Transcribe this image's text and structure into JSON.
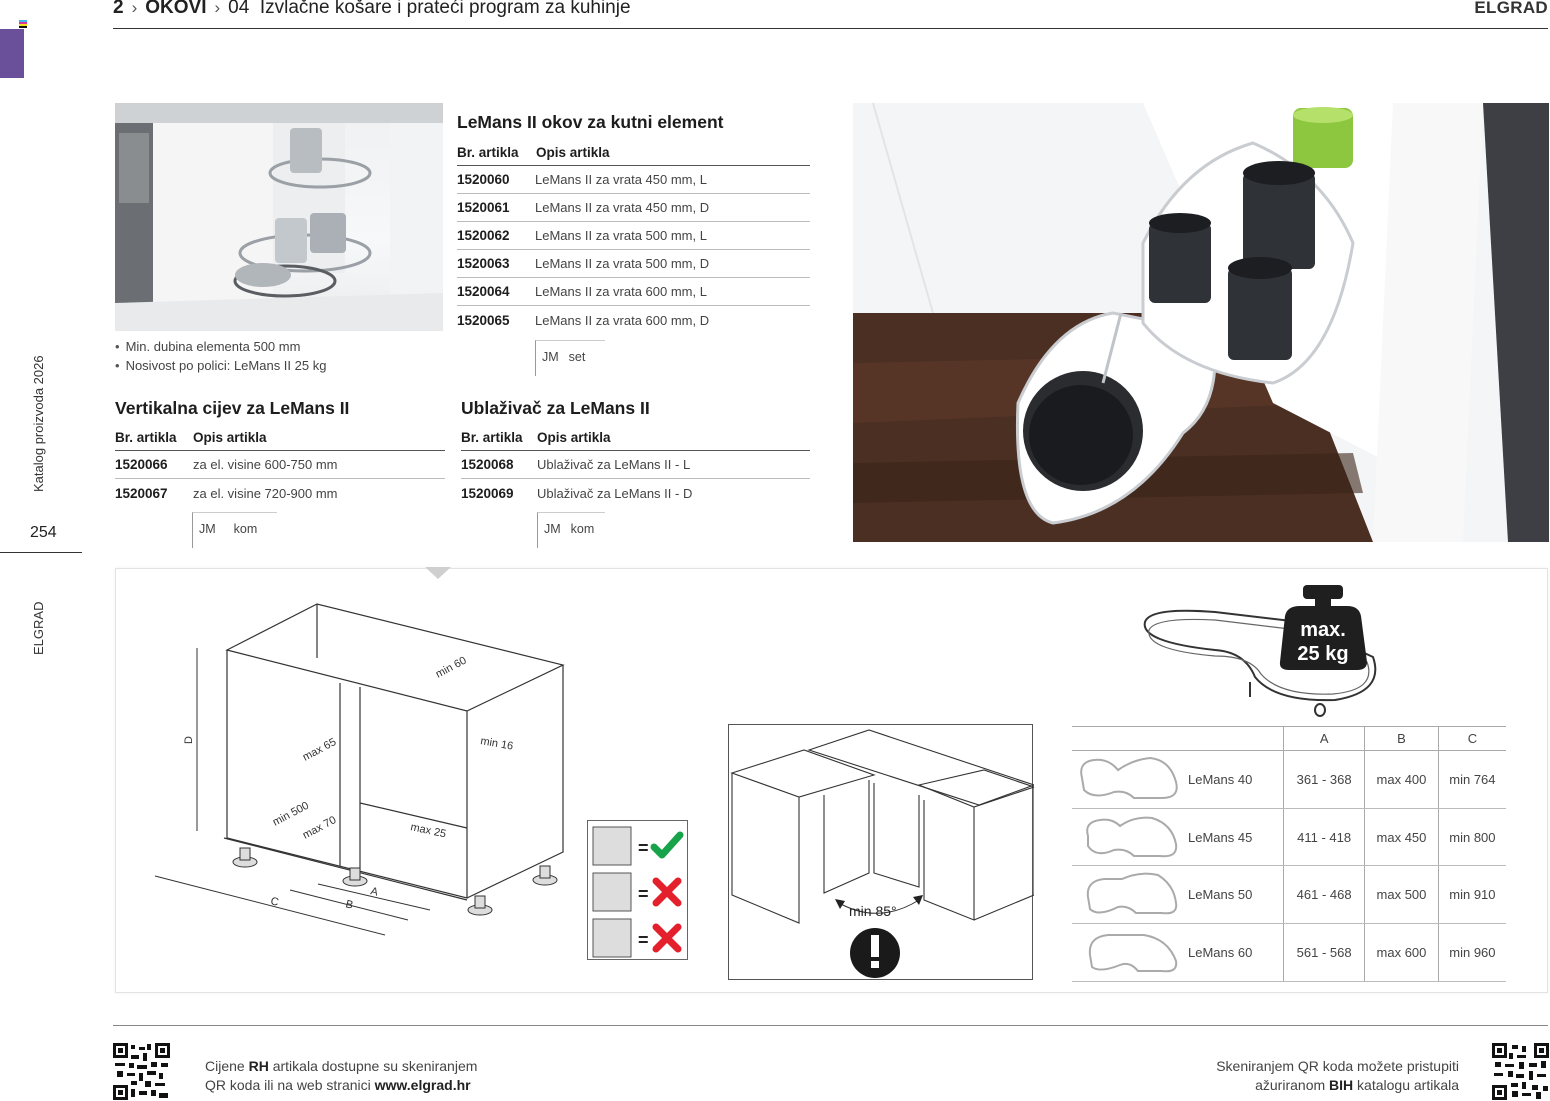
{
  "header": {
    "breadcrumb": [
      {
        "label": "2",
        "bold": true
      },
      {
        "label": "OKOVI",
        "bold": true
      },
      {
        "label": "04",
        "bold": false
      },
      {
        "label": "Izvlačne košare i prateći program za kuhinje",
        "bold": false
      }
    ],
    "brand": "ELGRAD",
    "separator_icon": "chevron-right-icon"
  },
  "colors": {
    "chapter_tab": "#6a509b",
    "ok_check": "#17a34a",
    "no_cross": "#e3202b",
    "text_dark": "#1d1d1d",
    "rule": "#333333"
  },
  "sidebar": {
    "catalog_label": "Katalog proizvoda 2026",
    "page_number": "254",
    "brand": "ELGRAD"
  },
  "product_main": {
    "title": "LeMans II okov za kutni element",
    "columns": [
      "Br. artikla",
      "Opis artikla"
    ],
    "rows": [
      {
        "code": "1520060",
        "desc": "LeMans II za vrata 450 mm, L"
      },
      {
        "code": "1520061",
        "desc": "LeMans II za vrata 450 mm, D"
      },
      {
        "code": "1520062",
        "desc": "LeMans II za vrata 500 mm, L"
      },
      {
        "code": "1520063",
        "desc": "LeMans II za vrata 500 mm, D"
      },
      {
        "code": "1520064",
        "desc": "LeMans II za vrata 600 mm, L"
      },
      {
        "code": "1520065",
        "desc": "LeMans II za vrata 600 mm, D"
      }
    ],
    "unit_label": "JM",
    "unit_value": "set"
  },
  "notes": [
    "Min. dubina elementa 500 mm",
    "Nosivost po polici: LeMans II 25 kg"
  ],
  "product_tube": {
    "title": "Vertikalna cijev za LeMans II",
    "columns": [
      "Br. artikla",
      "Opis artikla"
    ],
    "rows": [
      {
        "code": "1520066",
        "desc": "za el. visine 600-750 mm"
      },
      {
        "code": "1520067",
        "desc": "za el. visine 720-900 mm"
      }
    ],
    "unit_label": "JM",
    "unit_value": "kom"
  },
  "product_damper": {
    "title": "Ublaživač za LeMans II",
    "columns": [
      "Br. artikla",
      "Opis artikla"
    ],
    "rows": [
      {
        "code": "1520068",
        "desc": "Ublaživač za LeMans II - L"
      },
      {
        "code": "1520069",
        "desc": "Ublaživač za LeMans II - D"
      }
    ],
    "unit_label": "JM",
    "unit_value": "kom"
  },
  "diagram": {
    "cabinet_labels": {
      "D": "D",
      "A": "A",
      "B": "B",
      "C": "C",
      "min60": "min 60",
      "min16": "min 16",
      "max65": "max 65",
      "min500": "min 500",
      "max70": "max 70",
      "max25": "max 25"
    },
    "hinge_legend": [
      {
        "result": "ok",
        "icon": "check-icon"
      },
      {
        "result": "not-allowed",
        "icon": "cross-icon"
      },
      {
        "result": "not-allowed",
        "icon": "cross-icon"
      }
    ],
    "angle_label": "min 85°",
    "warning_icon": "exclamation-icon",
    "weight_label_1": "max.",
    "weight_label_2": "25 kg"
  },
  "dims_table": {
    "columns": [
      "",
      "A",
      "B",
      "C"
    ],
    "rows": [
      {
        "name": "LeMans 40",
        "A": "361 - 368",
        "B": "max 400",
        "C": "min 764"
      },
      {
        "name": "LeMans 45",
        "A": "411 - 418",
        "B": "max 450",
        "C": "min 800"
      },
      {
        "name": "LeMans 50",
        "A": "461 - 468",
        "B": "max 500",
        "C": "min 910"
      },
      {
        "name": "LeMans 60",
        "A": "561 - 568",
        "B": "max 600",
        "C": "min 960"
      }
    ]
  },
  "footer": {
    "left_line1_pre": "Cijene ",
    "left_line1_bold": "RH",
    "left_line1_post": " artikala dostupne su skeniranjem",
    "left_line2_pre": "QR koda ili na web stranici ",
    "left_line2_bold": "www.elgrad.hr",
    "right_line1": "Skeniranjem QR koda možete pristupiti",
    "right_line2_pre": "ažuriranom ",
    "right_line2_bold": "BIH",
    "right_line2_post": " katalogu artikala"
  }
}
